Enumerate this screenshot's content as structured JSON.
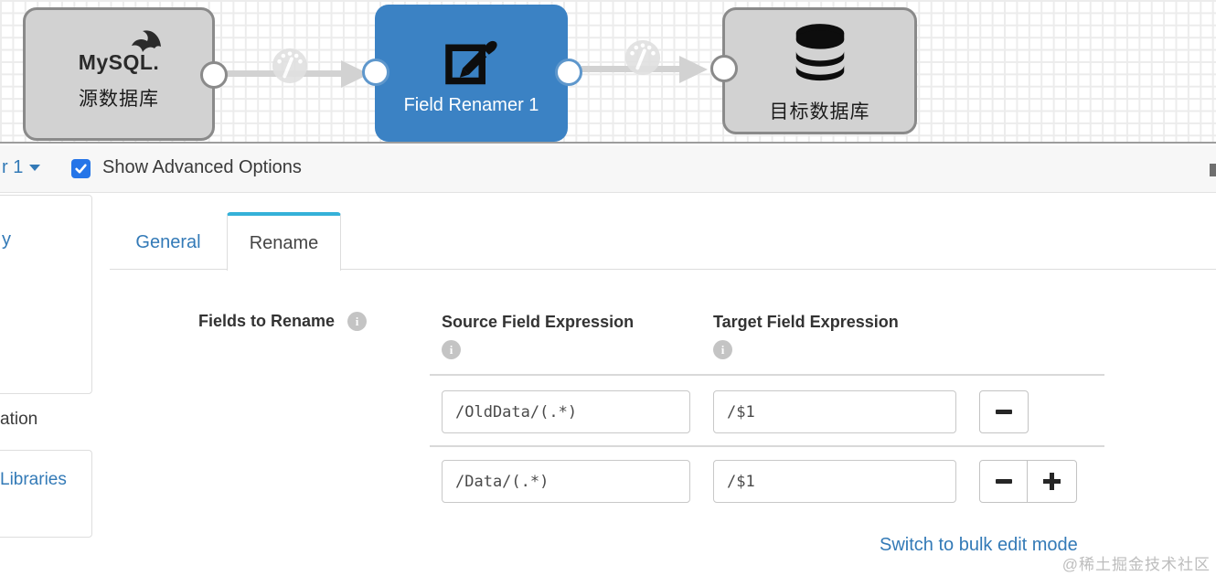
{
  "canvas": {
    "nodes": [
      {
        "id": "source",
        "logo_text": "MySQL.",
        "label": "源数据库"
      },
      {
        "id": "field-renamer",
        "label": "Field Renamer 1"
      },
      {
        "id": "target",
        "label": "目标数据库"
      }
    ]
  },
  "toolbar": {
    "stage_selector_partial_label": "r 1",
    "advanced_options_label": "Show Advanced Options",
    "advanced_options_checked": true
  },
  "sidebar": {
    "partial_item_top": "y",
    "partial_item_middle": "ation",
    "partial_item_bottom": "Libraries"
  },
  "tabs": [
    {
      "label": "General",
      "active": false
    },
    {
      "label": "Rename",
      "active": true
    }
  ],
  "form": {
    "row_header_label": "Fields to Rename",
    "source_column_label": "Source Field Expression",
    "target_column_label": "Target Field Expression",
    "rows": [
      {
        "source_expression": "/OldData/(.*)",
        "target_expression": "/$1"
      },
      {
        "source_expression": "/Data/(.*)",
        "target_expression": "/$1"
      }
    ],
    "bulk_edit_link_label": "Switch to bulk edit mode"
  },
  "watermark": "@稀土掘金技术社区",
  "icons": {
    "info_glyph": "i"
  },
  "colors": {
    "accent_blue": "#337ab7",
    "node_blue": "#3b82c4",
    "node_gray": "#d2d2d2",
    "active_tab_bar": "#35b1d8",
    "checkbox_blue": "#2575e8"
  }
}
